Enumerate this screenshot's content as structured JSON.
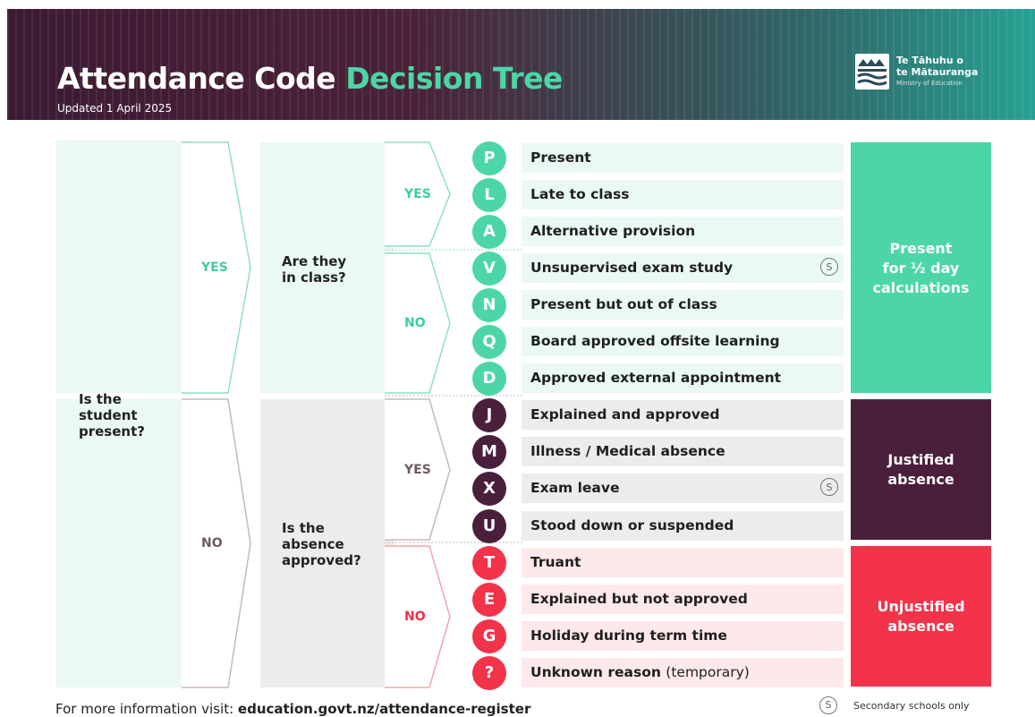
{
  "header": {
    "title_main": "Attendance Code",
    "title_accent": "Decision Tree",
    "updated": "Updated 1 April 2025",
    "logo_line1": "Te Tāhuhu o",
    "logo_line2": "te Mātauranga",
    "logo_line3": "Ministry of Education"
  },
  "colors": {
    "green": "#4cd6a6",
    "purple": "#4a1f3c",
    "red": "#f2334a",
    "green_row_bg": "#ebf9f3",
    "gray_row_bg": "#ececec",
    "red_row_bg": "#fde8ea"
  },
  "tree": {
    "q1": "Is the student present?",
    "q1_yes": "YES",
    "q1_no": "NO",
    "q2": "Are they in class?",
    "q2_yes": "YES",
    "q2_no": "NO",
    "q3": "Is the absence approved?",
    "q3_yes": "YES",
    "q3_no": "NO"
  },
  "codes": [
    {
      "code": "P",
      "label": "Present",
      "group": "present"
    },
    {
      "code": "L",
      "label": "Late to class",
      "group": "present"
    },
    {
      "code": "A",
      "label": "Alternative provision",
      "group": "present"
    },
    {
      "code": "V",
      "label": "Unsupervised exam study",
      "group": "present",
      "secondary": "S"
    },
    {
      "code": "N",
      "label": "Present but out of class",
      "group": "present"
    },
    {
      "code": "Q",
      "label": "Board approved offsite learning",
      "group": "present"
    },
    {
      "code": "D",
      "label": "Approved external appointment",
      "group": "present"
    },
    {
      "code": "J",
      "label": "Explained and approved",
      "group": "justified"
    },
    {
      "code": "M",
      "label": "Illness / Medical absence",
      "group": "justified"
    },
    {
      "code": "X",
      "label": "Exam leave",
      "group": "justified",
      "secondary": "S"
    },
    {
      "code": "U",
      "label": "Stood down or suspended",
      "group": "justified"
    },
    {
      "code": "T",
      "label": "Truant",
      "group": "unjustified"
    },
    {
      "code": "E",
      "label": "Explained but not approved",
      "group": "unjustified"
    },
    {
      "code": "G",
      "label": "Holiday during term time",
      "group": "unjustified"
    },
    {
      "code": "?",
      "label": "Unknown reason",
      "label_extra": "(temporary)",
      "group": "unjustified"
    }
  ],
  "categories": {
    "present": {
      "line1": "Present",
      "line2": "for ½ day",
      "line3": "calculations"
    },
    "justified": {
      "line1": "Justified",
      "line2": "absence"
    },
    "unjustified": {
      "line1": "Unjustified",
      "line2": "absence"
    }
  },
  "footer": {
    "prefix": "For more information visit: ",
    "link": "education.govt.nz/attendance-register",
    "legend_badge": "S",
    "legend_text": "Secondary schools only"
  }
}
